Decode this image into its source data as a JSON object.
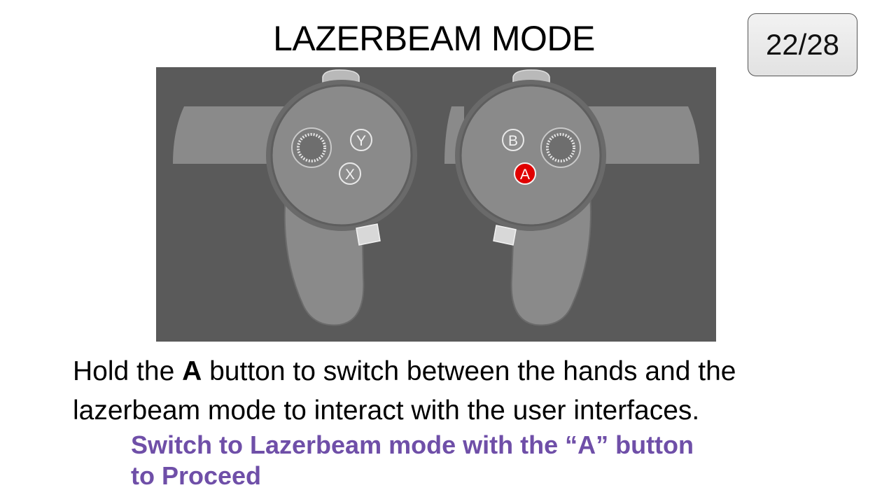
{
  "slide": {
    "title": "LAZERBEAM MODE",
    "counter": "22/28"
  },
  "controllers": {
    "left": {
      "buttons": [
        "Y",
        "X"
      ]
    },
    "right": {
      "buttons": [
        "B",
        "A"
      ],
      "highlighted_button": "A"
    },
    "colors": {
      "panel_background": "#5a5a5a",
      "controller_body": "#8a8a8a",
      "highlight": "#e00000"
    }
  },
  "instruction": {
    "part1": "Hold the ",
    "bold": "A",
    "part2": " button to switch between the hands and the lazerbeam mode to interact with the user interfaces."
  },
  "proceed": {
    "line1": "Switch to Lazerbeam mode with the “A” button",
    "line2": "to Proceed",
    "color": "#6f4fa8"
  }
}
